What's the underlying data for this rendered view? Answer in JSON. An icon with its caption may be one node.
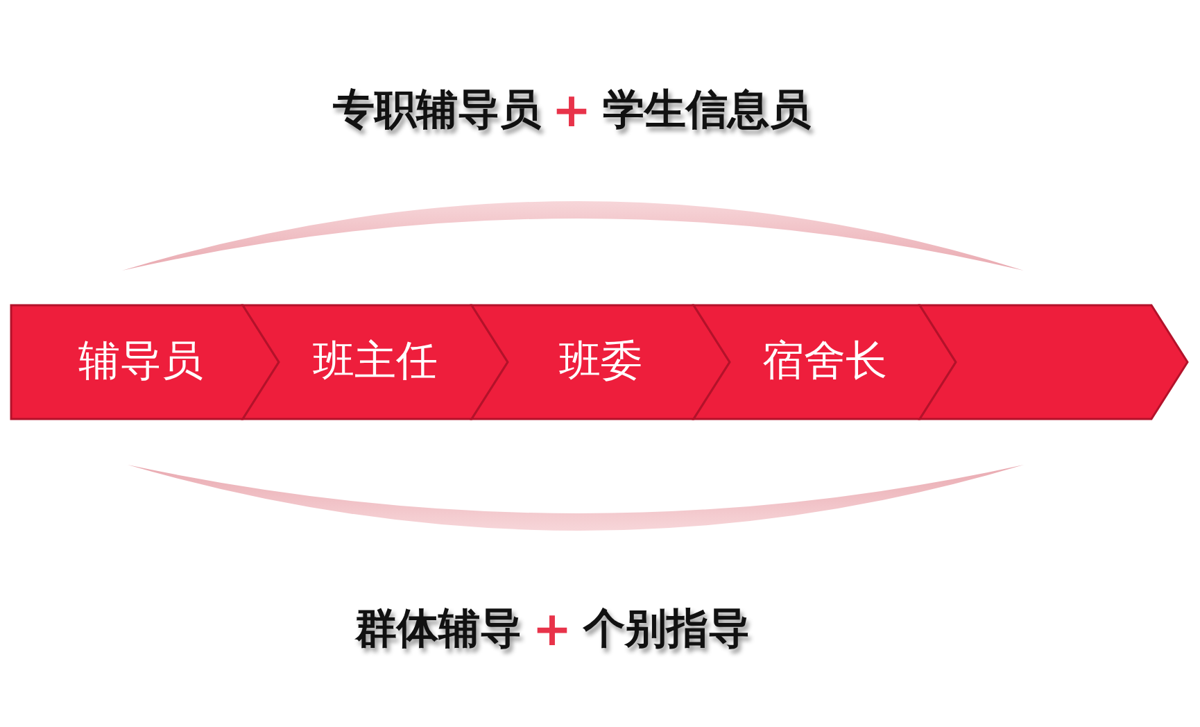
{
  "diagram": {
    "nodes": [
      {
        "text": [
          "辅导员"
        ]
      },
      {
        "text": [
          "班主任"
        ]
      },
      {
        "text": [
          "班委"
        ]
      },
      {
        "text": [
          "宿舍长"
        ]
      },
      {
        "text": [],
        "shape": "chevron"
      }
    ],
    "labels": [
      "专职辅导员",
      "+",
      "学生信息员",
      "群体辅导",
      "+",
      "个别指导"
    ]
  }
}
